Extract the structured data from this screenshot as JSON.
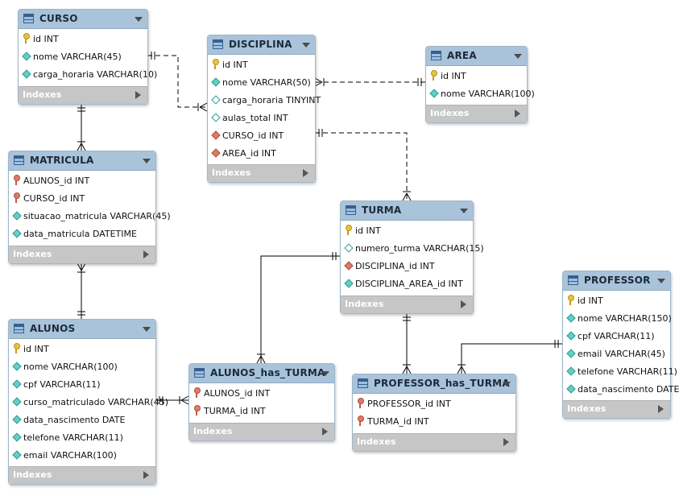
{
  "diagram": {
    "tables": [
      {
        "key": "curso",
        "name": "CURSO",
        "columns": [
          {
            "icon": "key",
            "text": "id INT"
          },
          {
            "icon": "dia",
            "text": "nome VARCHAR(45)"
          },
          {
            "icon": "dia",
            "text": "carga_horaria VARCHAR(10)"
          }
        ],
        "indexes_label": "Indexes"
      },
      {
        "key": "disciplina",
        "name": "DISCIPLINA",
        "columns": [
          {
            "icon": "key",
            "text": "id INT"
          },
          {
            "icon": "dia",
            "text": "nome VARCHAR(50)"
          },
          {
            "icon": "dia-open",
            "text": "carga_horaria TINYINT"
          },
          {
            "icon": "dia-open",
            "text": "aulas_total INT"
          },
          {
            "icon": "dia-fk",
            "text": "CURSO_id INT"
          },
          {
            "icon": "dia-fk",
            "text": "AREA_id INT"
          }
        ],
        "indexes_label": "Indexes"
      },
      {
        "key": "area",
        "name": "AREA",
        "columns": [
          {
            "icon": "key",
            "text": "id INT"
          },
          {
            "icon": "dia",
            "text": "nome VARCHAR(100)"
          }
        ],
        "indexes_label": "Indexes"
      },
      {
        "key": "matricula",
        "name": "MATRICULA",
        "columns": [
          {
            "icon": "fk",
            "text": "ALUNOS_id INT"
          },
          {
            "icon": "fk",
            "text": "CURSO_id INT"
          },
          {
            "icon": "dia",
            "text": "situacao_matricula VARCHAR(45)"
          },
          {
            "icon": "dia",
            "text": "data_matricula DATETIME"
          }
        ],
        "indexes_label": "Indexes"
      },
      {
        "key": "turma",
        "name": "TURMA",
        "columns": [
          {
            "icon": "key",
            "text": "id INT"
          },
          {
            "icon": "dia-open",
            "text": "numero_turma VARCHAR(15)"
          },
          {
            "icon": "dia-fk",
            "text": "DISCIPLINA_id INT"
          },
          {
            "icon": "dia",
            "text": "DISCIPLINA_AREA_id INT"
          }
        ],
        "indexes_label": "Indexes"
      },
      {
        "key": "professor",
        "name": "PROFESSOR",
        "columns": [
          {
            "icon": "key",
            "text": "id INT"
          },
          {
            "icon": "dia",
            "text": "nome VARCHAR(150)"
          },
          {
            "icon": "dia",
            "text": "cpf VARCHAR(11)"
          },
          {
            "icon": "dia",
            "text": "email VARCHAR(45)"
          },
          {
            "icon": "dia",
            "text": "telefone VARCHAR(11)"
          },
          {
            "icon": "dia",
            "text": "data_nascimento DATE"
          }
        ],
        "indexes_label": "Indexes"
      },
      {
        "key": "alunos",
        "name": "ALUNOS",
        "columns": [
          {
            "icon": "key",
            "text": "id INT"
          },
          {
            "icon": "dia",
            "text": "nome VARCHAR(100)"
          },
          {
            "icon": "dia",
            "text": "cpf VARCHAR(11)"
          },
          {
            "icon": "dia",
            "text": "curso_matriculado VARCHAR(45)"
          },
          {
            "icon": "dia",
            "text": "data_nascimento DATE"
          },
          {
            "icon": "dia",
            "text": "telefone VARCHAR(11)"
          },
          {
            "icon": "dia",
            "text": "email VARCHAR(100)"
          }
        ],
        "indexes_label": "Indexes"
      },
      {
        "key": "alunos_has_turma",
        "name": "ALUNOS_has_TURMA",
        "columns": [
          {
            "icon": "fk",
            "text": "ALUNOS_id INT"
          },
          {
            "icon": "fk",
            "text": "TURMA_id INT"
          }
        ],
        "indexes_label": "Indexes"
      },
      {
        "key": "professor_has_turma",
        "name": "PROFESSOR_has_TURMA",
        "columns": [
          {
            "icon": "fk",
            "text": "PROFESSOR_id INT"
          },
          {
            "icon": "fk",
            "text": "TURMA_id INT"
          }
        ],
        "indexes_label": "Indexes"
      }
    ],
    "relationships": [
      {
        "from": "CURSO",
        "to": "DISCIPLINA",
        "style": "dashed",
        "cardinality": "one-to-many"
      },
      {
        "from": "AREA",
        "to": "DISCIPLINA",
        "style": "dashed",
        "cardinality": "one-to-many"
      },
      {
        "from": "DISCIPLINA",
        "to": "TURMA",
        "style": "dashed",
        "cardinality": "one-to-many"
      },
      {
        "from": "CURSO",
        "to": "MATRICULA",
        "style": "solid",
        "cardinality": "one-to-many"
      },
      {
        "from": "ALUNOS",
        "to": "MATRICULA",
        "style": "solid",
        "cardinality": "one-to-many"
      },
      {
        "from": "TURMA",
        "to": "ALUNOS_has_TURMA",
        "style": "solid",
        "cardinality": "one-to-many"
      },
      {
        "from": "ALUNOS",
        "to": "ALUNOS_has_TURMA",
        "style": "solid",
        "cardinality": "one-to-many"
      },
      {
        "from": "TURMA",
        "to": "PROFESSOR_has_TURMA",
        "style": "solid",
        "cardinality": "one-to-many"
      },
      {
        "from": "PROFESSOR",
        "to": "PROFESSOR_has_TURMA",
        "style": "solid",
        "cardinality": "one-to-many"
      }
    ],
    "colors": {
      "header": "#a9c3da",
      "indexes_bar": "#c6c6c6",
      "line": "#000000"
    }
  }
}
